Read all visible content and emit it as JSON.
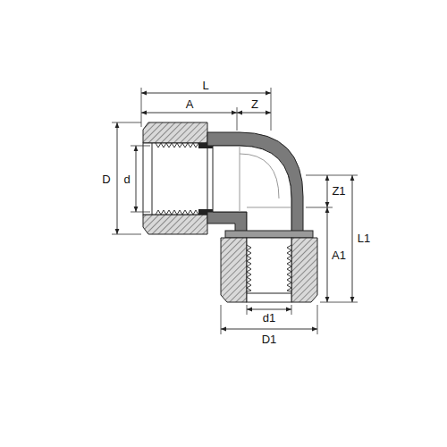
{
  "diagram": {
    "labels": [
      "L",
      "A",
      "Z",
      "D",
      "d",
      "Z1",
      "A1",
      "L1",
      "d1",
      "D1"
    ]
  }
}
